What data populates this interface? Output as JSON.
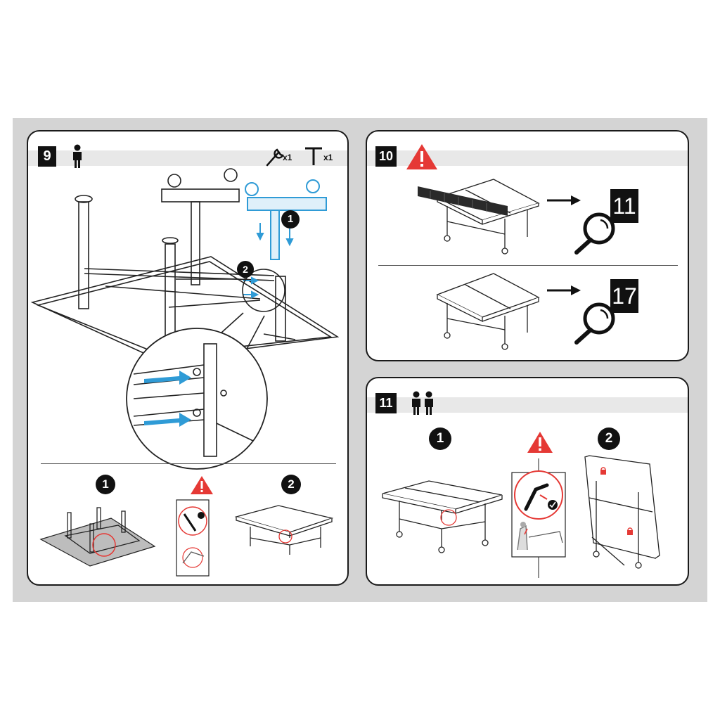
{
  "steps": {
    "step9": {
      "number": "9",
      "persons": "1",
      "tools": [
        {
          "icon": "wrench-icon",
          "count": "x1"
        },
        {
          "icon": "t-key-icon",
          "count": "x1"
        }
      ],
      "callouts": [
        "1",
        "2"
      ],
      "substeps": [
        "1",
        "2"
      ]
    },
    "step10": {
      "number": "10",
      "warning_icon": "warning-triangle-icon",
      "references": [
        "11",
        "17"
      ]
    },
    "step11": {
      "number": "11",
      "persons": "2",
      "substeps": [
        "1",
        "2"
      ],
      "warning_icon": "warning-triangle-icon"
    }
  },
  "colors": {
    "background": "#d4d4d4",
    "panel": "#ffffff",
    "header_band": "#e8e8e8",
    "highlight_blue": "#2f9bd6",
    "warning_red": "#e53935",
    "ink": "#111111"
  }
}
